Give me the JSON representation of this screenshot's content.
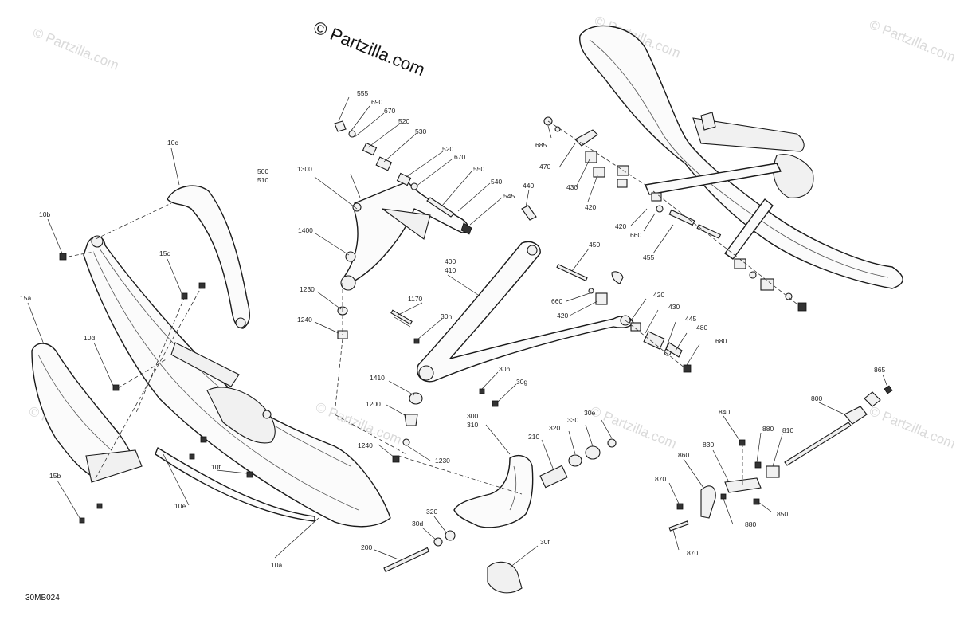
{
  "brand_watermark": "© Partzilla.com",
  "faint_watermark": "© Partzilla.com",
  "diagram_code": "30MB024",
  "callouts": {
    "c555": "555",
    "c690": "690",
    "c670a": "670",
    "c520a": "520",
    "c530": "530",
    "c520b": "520",
    "c670b": "670",
    "c550": "550",
    "c540": "540",
    "c545": "545",
    "c500": "500",
    "c510": "510",
    "c1300": "1300",
    "c1400": "1400",
    "c1230a": "1230",
    "c1240a": "1240",
    "c1170": "1170",
    "c30ha": "30h",
    "c400": "400",
    "c410": "410",
    "c440": "440",
    "c685": "685",
    "c470": "470",
    "c430a": "430",
    "c420a": "420",
    "c420b": "420",
    "c660a": "660",
    "c455": "455",
    "c450": "450",
    "c660b": "660",
    "c420c": "420",
    "c420d": "420",
    "c430b": "430",
    "c445": "445",
    "c480": "480",
    "c680": "680",
    "c30hb": "30h",
    "c30g": "30g",
    "c1410": "1410",
    "c1200": "1200",
    "c1240b": "1240",
    "c1230b": "1230",
    "c300": "300",
    "c310": "310",
    "c210": "210",
    "c320a": "320",
    "c330": "330",
    "c30e": "30e",
    "c320b": "320",
    "c30d": "30d",
    "c200": "200",
    "c30f": "30f",
    "c10c": "10c",
    "c10b": "10b",
    "c15c": "15c",
    "c15a": "15a",
    "c10d": "10d",
    "c10f": "10f",
    "c10e": "10e",
    "c15b": "15b",
    "c10a": "10a",
    "c865": "865",
    "c800": "800",
    "c840": "840",
    "c880a": "880",
    "c810": "810",
    "c830": "830",
    "c860": "860",
    "c870a": "870",
    "c880b": "880",
    "c850": "850",
    "c870b": "870"
  }
}
